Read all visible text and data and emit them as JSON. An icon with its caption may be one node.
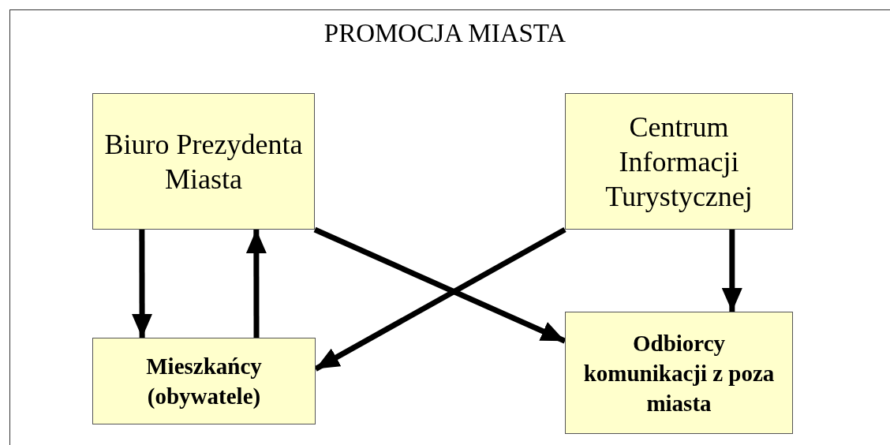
{
  "diagram": {
    "title": "PROMOCJA MIASTA",
    "nodes": [
      {
        "text": [
          "Biuro Prezydenta Miasta"
        ]
      },
      {
        "text": [
          "Centrum Informacji Turystycznej"
        ]
      },
      {
        "text": [
          "Mieszkańcy (obywatele)"
        ]
      },
      {
        "text": [
          "Odbiorcy komunikacji z poza miasta"
        ]
      }
    ],
    "edges": [
      {
        "from": 0,
        "to": 2,
        "arrow": "to"
      },
      {
        "from": 2,
        "to": 0,
        "arrow": "to"
      },
      {
        "from": 0,
        "to": 3,
        "arrow": "to"
      },
      {
        "from": 1,
        "to": 2,
        "arrow": "to"
      },
      {
        "from": 1,
        "to": 3,
        "arrow": "to"
      }
    ]
  }
}
